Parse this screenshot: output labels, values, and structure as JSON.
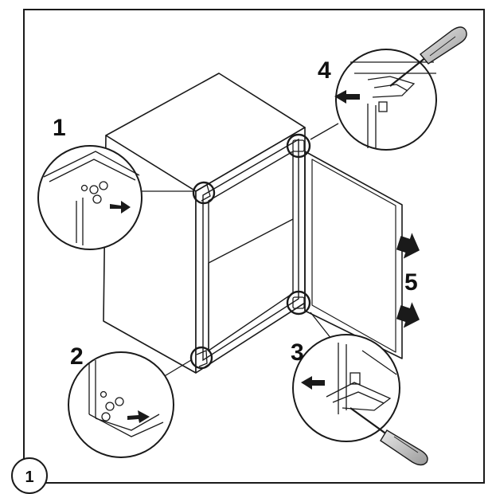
{
  "figure": {
    "number": "1"
  },
  "steps": [
    {
      "id": "1",
      "label": "1"
    },
    {
      "id": "2",
      "label": "2"
    },
    {
      "id": "3",
      "label": "3"
    },
    {
      "id": "4",
      "label": "4"
    },
    {
      "id": "5",
      "label": "5"
    }
  ],
  "colors": {
    "line": "#1a1a1a",
    "tool_handle": "#c8c8c8",
    "background": "#ffffff"
  }
}
